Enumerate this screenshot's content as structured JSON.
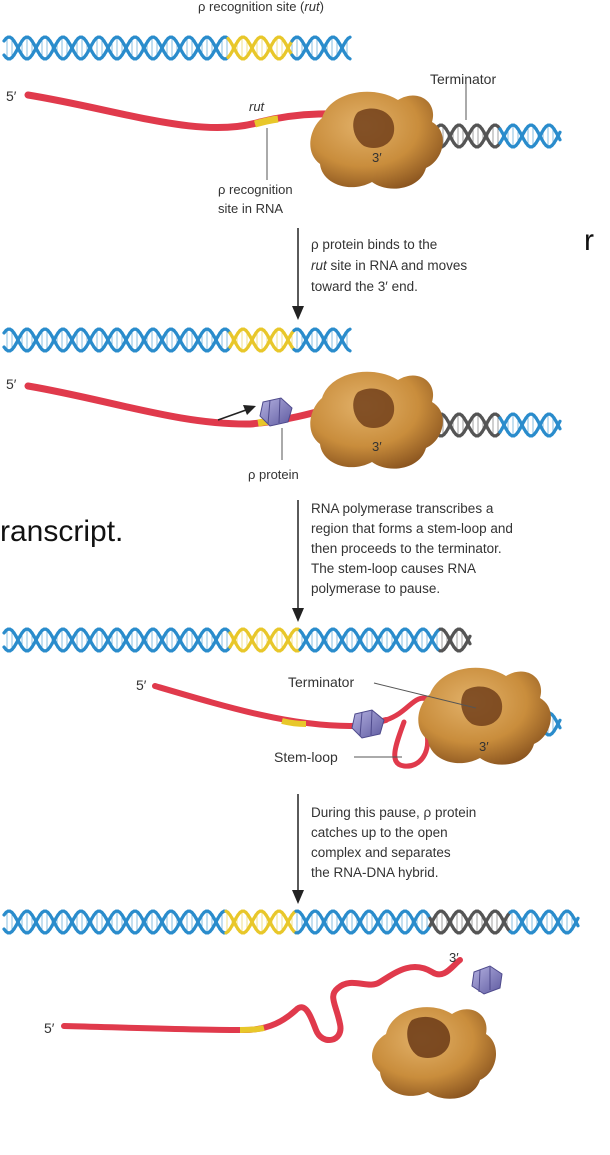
{
  "bg_text": {
    "fragment_1": "r",
    "fragment_2": "ranscript."
  },
  "panel1": {
    "rut_site_label_prefix": "ρ recognition site (",
    "rut_site_label_italic": "rut",
    "rut_site_label_suffix": ")",
    "five_prime": "5′",
    "rut": "rut",
    "three_prime": "3′",
    "terminator": "Terminator",
    "rna_site_line1": "ρ recognition",
    "rna_site_line2": "site in RNA"
  },
  "step1": {
    "line1": "ρ protein binds to the",
    "line2_italic": "rut",
    "line2_rest": " site in RNA and moves",
    "line3": "toward the 3′ end."
  },
  "panel2": {
    "five_prime": "5′",
    "three_prime": "3′",
    "rho_protein": "ρ protein"
  },
  "step2": {
    "lines": [
      "RNA polymerase transcribes a",
      "region that forms a stem-loop and",
      "then proceeds to the terminator.",
      "The stem-loop causes RNA",
      "polymerase to pause."
    ]
  },
  "panel3": {
    "five_prime": "5′",
    "terminator": "Terminator",
    "stem_loop": "Stem-loop",
    "three_prime": "3′"
  },
  "step3": {
    "lines": [
      "During this pause, ρ protein",
      "catches up to the open",
      "complex and separates",
      "the RNA-DNA hybrid."
    ]
  },
  "panel4": {
    "three_prime": "3′",
    "five_prime": "5′"
  },
  "colors": {
    "dna_blue": "#2a8ccc",
    "rut_yellow": "#e8c72a",
    "terminator_gray": "#555555",
    "rna_red": "#e03a4c",
    "polymerase_tan": "#c98d3c",
    "polymerase_dark": "#6b3a16",
    "rho_purple": "#8a86c4"
  }
}
